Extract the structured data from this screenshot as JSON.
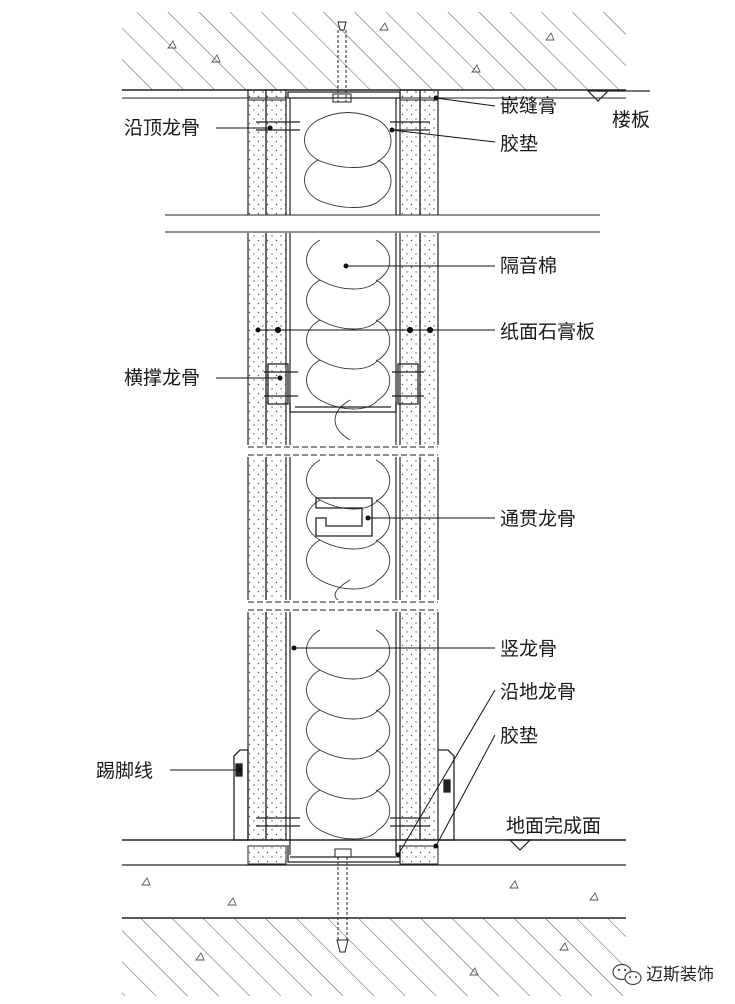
{
  "labels": {
    "top_track": "沿顶龙骨",
    "joint_compound": "嵌缝膏",
    "floor_slab": "楼板",
    "rubber_pad_top": "胶垫",
    "sound_insulation": "隔音棉",
    "gypsum_board": "纸面石膏板",
    "cross_brace": "横撑龙骨",
    "through_channel": "通贯龙骨",
    "vertical_stud": "竖龙骨",
    "floor_track": "沿地龙骨",
    "rubber_pad_bottom": "胶垫",
    "skirting": "踢脚线",
    "finished_floor": "地面完成面"
  },
  "watermark": {
    "text": "迈斯装饰",
    "icon": "wechat-icon"
  }
}
